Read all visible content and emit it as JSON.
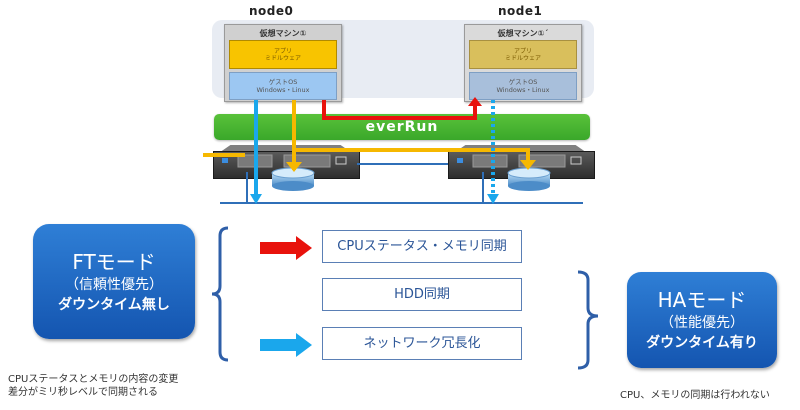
{
  "nodes": [
    {
      "label": "node0"
    },
    {
      "label": "node1"
    }
  ],
  "vms": [
    {
      "title": "仮想マシン①",
      "app_line1": "アプリ",
      "app_line2": "ミドルウェア",
      "os_line1": "ゲストOS",
      "os_line2": "Windows・Linux"
    },
    {
      "title": "仮想マシン①´",
      "app_line1": "アプリ",
      "app_line2": "ミドルウェア",
      "os_line1": "ゲストOS",
      "os_line2": "Windows・Linux"
    }
  ],
  "everrun": {
    "label": "everRun"
  },
  "ft_mode": {
    "title": "FTモード",
    "subtitle": "（信頼性優先）",
    "downtime": "ダウンタイム無し",
    "note_line1": "CPUステータスとメモリの内容の変更",
    "note_line2": "差分がミリ秒レベルで同期される"
  },
  "ha_mode": {
    "title": "HAモード",
    "subtitle": "（性能優先）",
    "downtime": "ダウンタイム有り",
    "note": "CPU、メモリの同期は行われない"
  },
  "features": [
    {
      "label": "CPUステータス・メモリ同期",
      "arrow": "red-arrow"
    },
    {
      "label": "HDD同期",
      "arrow": null
    },
    {
      "label": "ネットワーク冗長化",
      "arrow": "blue-arrow"
    }
  ],
  "colors": {
    "cpu_sync": "#e8120c",
    "disk_sync": "#f6b800",
    "network": "#1aa7ec",
    "everrun": "#46b432",
    "mode_box": "#1f64c0",
    "vm_app_active": "#f8c400",
    "vm_app_standby": "#d9bf5c",
    "vm_os_active": "#9cc7f2",
    "vm_os_standby": "#a8bfdb"
  }
}
